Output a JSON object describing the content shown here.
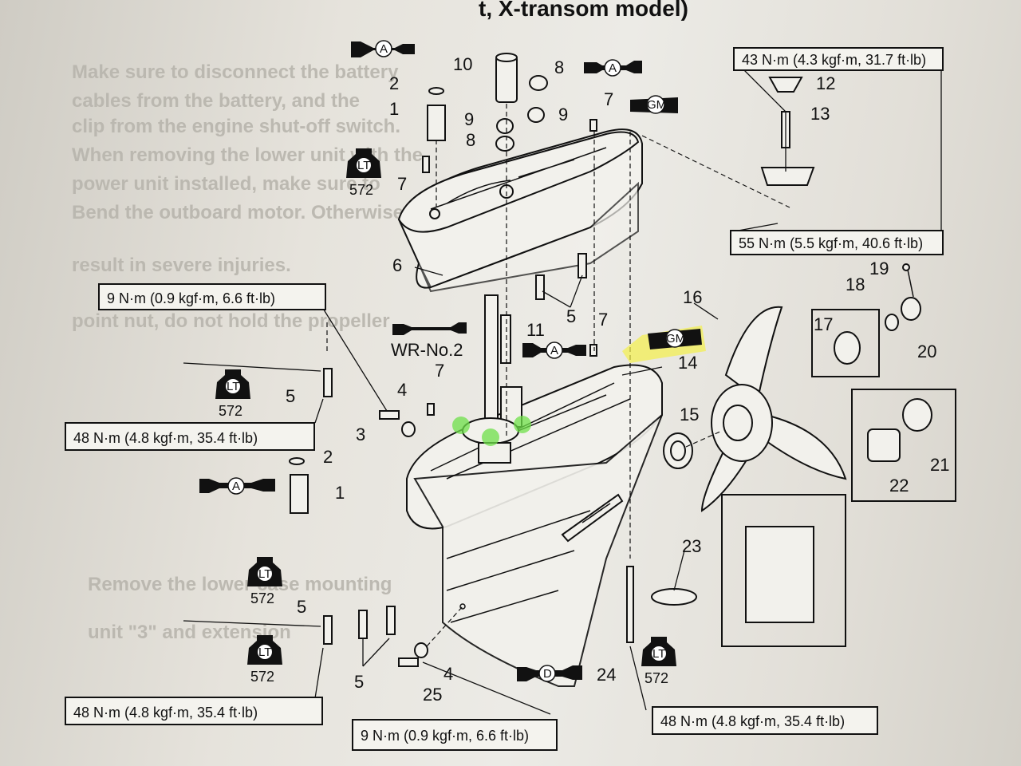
{
  "header": {
    "title_fragment": "t, X-transom model)"
  },
  "torque_boxes": {
    "t1": "43 N·m (4.3 kgf·m, 31.7 ft·lb)",
    "t2": "55 N·m (5.5 kgf·m, 40.6 ft·lb)",
    "t3": "9 N·m (0.9 kgf·m, 6.6 ft·lb)",
    "t4": "48 N·m (4.8 kgf·m, 35.4 ft·lb)",
    "t5": "48 N·m (4.8 kgf·m, 35.4 ft·lb)",
    "t6": "9 N·m (0.9 kgf·m, 6.6 ft·lb)",
    "t7": "48 N·m (4.8 kgf·m, 35.4 ft·lb)"
  },
  "lubricants": {
    "a": "A",
    "gm": "GM",
    "d": "D",
    "lt": "LT",
    "lt_code": "572",
    "wr": "WR-No.2"
  },
  "parts": {
    "p1": "1",
    "p2": "2",
    "p3": "3",
    "p4": "4",
    "p5": "5",
    "p6": "6",
    "p7": "7",
    "p8": "8",
    "p9": "9",
    "p10": "10",
    "p11": "11",
    "p12": "12",
    "p13": "13",
    "p14": "14",
    "p15": "15",
    "p16": "16",
    "p17": "17",
    "p18": "18",
    "p19": "19",
    "p20": "20",
    "p21": "21",
    "p22": "22",
    "p23": "23",
    "p24": "24",
    "p25": "25"
  },
  "highlights": {
    "yellow": "#f3f04a",
    "green": "#6fe04a"
  }
}
